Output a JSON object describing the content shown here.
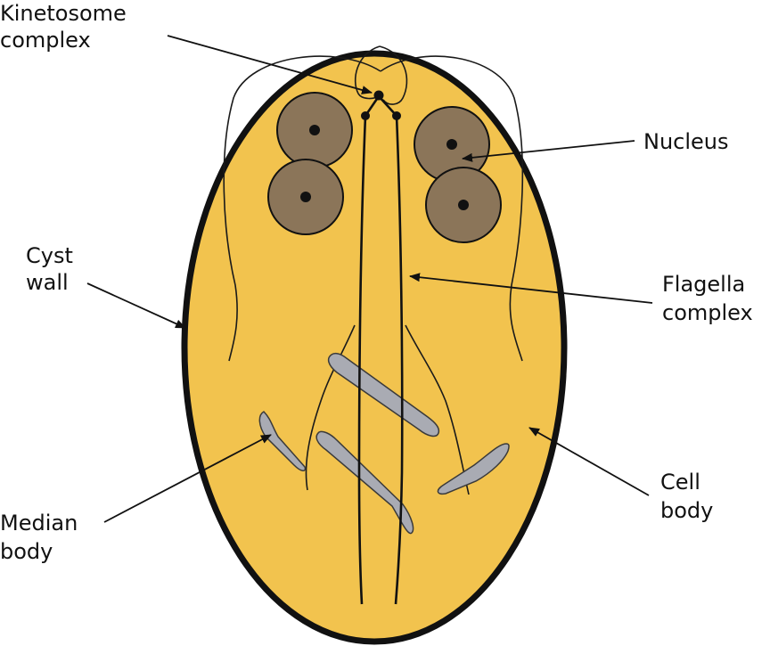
{
  "labels": {
    "kinetosome": [
      "Kinetosome",
      "complex"
    ],
    "nucleus": [
      "Nucleus"
    ],
    "cyst_wall": [
      "Cyst",
      "wall"
    ],
    "flagella": [
      "Flagella",
      "complex"
    ],
    "cell_body": [
      "Cell",
      "body"
    ],
    "median_body": [
      "Median",
      "body"
    ]
  },
  "colors": {
    "cell_fill": "#f2c34e",
    "cyst_wall": "#111111",
    "nucleus_fill": "#8b7559",
    "nucleolus": "#111111",
    "median_body_fill": "#a9abb3",
    "median_body_stroke": "#3a3a3a"
  }
}
